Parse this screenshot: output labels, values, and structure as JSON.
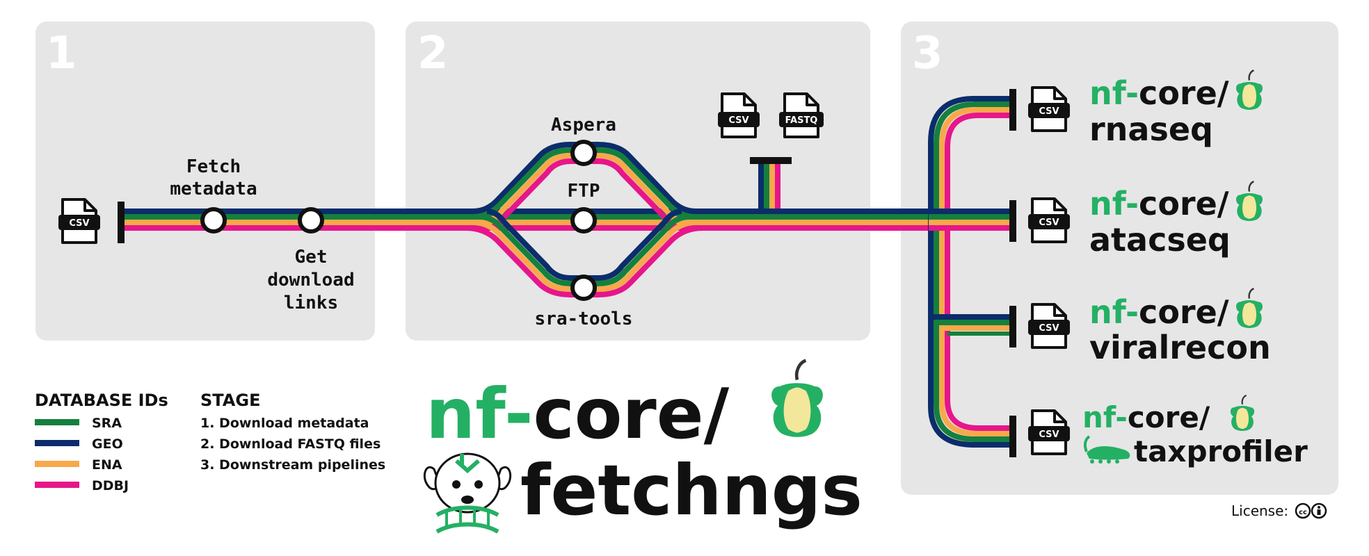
{
  "panels": [
    {
      "number": "1"
    },
    {
      "number": "2"
    },
    {
      "number": "3"
    }
  ],
  "colors": {
    "sra": "#15803d",
    "geo": "#0b2d6b",
    "ena": "#f8a84a",
    "ddbj": "#e6168b",
    "nf_green": "#24b064",
    "panel_bg": "#e6e6e6"
  },
  "stage1": {
    "fetch_label_line1": "Fetch",
    "fetch_label_line2": "metadata",
    "get_label_line1": "Get",
    "get_label_line2": "download",
    "get_label_line3": "links"
  },
  "stage2": {
    "aspera": "Aspera",
    "ftp": "FTP",
    "sratools": "sra-tools"
  },
  "files": {
    "csv": "CSV",
    "fastq": "FASTQ"
  },
  "pipelines": [
    {
      "prefix": "nf-",
      "core": "core/",
      "name": "rnaseq"
    },
    {
      "prefix": "nf-",
      "core": "core/",
      "name": "atacseq"
    },
    {
      "prefix": "nf-",
      "core": "core/",
      "name": "viralrecon"
    },
    {
      "prefix": "nf-",
      "core": "core/",
      "name": "taxprofiler"
    }
  ],
  "legend": {
    "db_title": "DATABASE IDs",
    "db_items": [
      {
        "label": "SRA",
        "color": "#15803d"
      },
      {
        "label": "GEO",
        "color": "#0b2d6b"
      },
      {
        "label": "ENA",
        "color": "#f8a84a"
      },
      {
        "label": "DDBJ",
        "color": "#e6168b"
      }
    ],
    "stage_title": "STAGE",
    "stage_items": [
      "1. Download metadata",
      "2. Download FASTQ files",
      "3. Downstream pipelines"
    ]
  },
  "title": {
    "prefix": "nf-",
    "core": "core/",
    "name": "fetchngs"
  },
  "license": {
    "label": "License:",
    "icons": [
      "cc-icon",
      "by-icon"
    ]
  }
}
